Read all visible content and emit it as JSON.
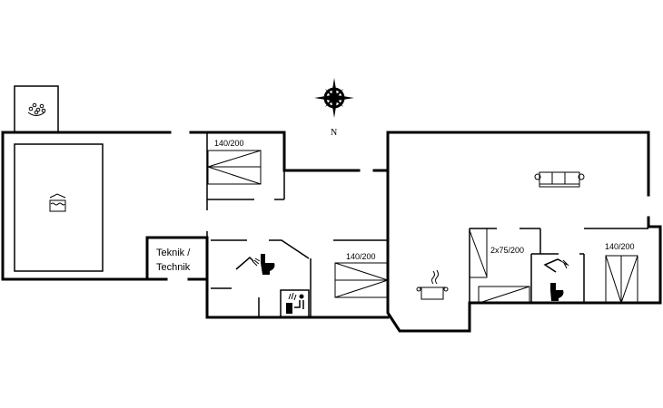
{
  "plan": {
    "compass": {
      "north_label": "N"
    },
    "rooms": {
      "bedroom_1": {
        "bed_label": "140/200"
      },
      "bedroom_2": {
        "bed_label": "140/200"
      },
      "bedroom_3": {
        "bed_label": "2x75/200"
      },
      "bedroom_4": {
        "bed_label": "140/200"
      },
      "technical_room": {
        "label_line1": "Teknik /",
        "label_line2": "Technik"
      }
    },
    "icons": [
      "hot-tub-icon",
      "pool-icon",
      "shower-icon",
      "toilet-icon",
      "sauna-icon",
      "sofa-icon",
      "kitchen-pot-icon",
      "compass-rose-icon"
    ]
  }
}
